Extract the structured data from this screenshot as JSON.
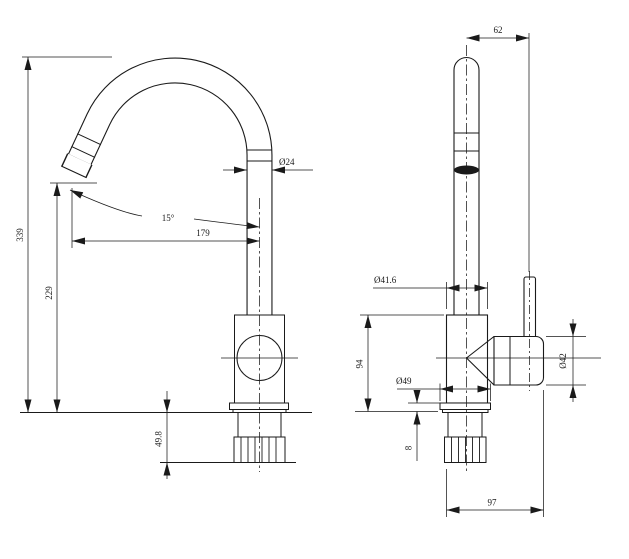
{
  "document": {
    "type": "technical-drawing",
    "subject": "kitchen faucet two-view dimensioned drawing"
  },
  "colors": {
    "line": "#1a1a1a",
    "background": "#ffffff"
  },
  "views": {
    "front": {
      "name": "front-view",
      "dims": {
        "total_height": "339",
        "spout_tip_height": "229",
        "spout_reach": "179",
        "spout_angle": "15°",
        "spout_diameter": "Ø24",
        "shank_length": "49.8"
      }
    },
    "side": {
      "name": "side-view",
      "dims": {
        "lever_offset": "62",
        "body_diameter": "Ø41.6",
        "body_height": "94",
        "flange_diameter": "Ø49",
        "flange_thickness": "8",
        "handle_diameter": "Ø42",
        "overall_depth": "97"
      }
    }
  }
}
